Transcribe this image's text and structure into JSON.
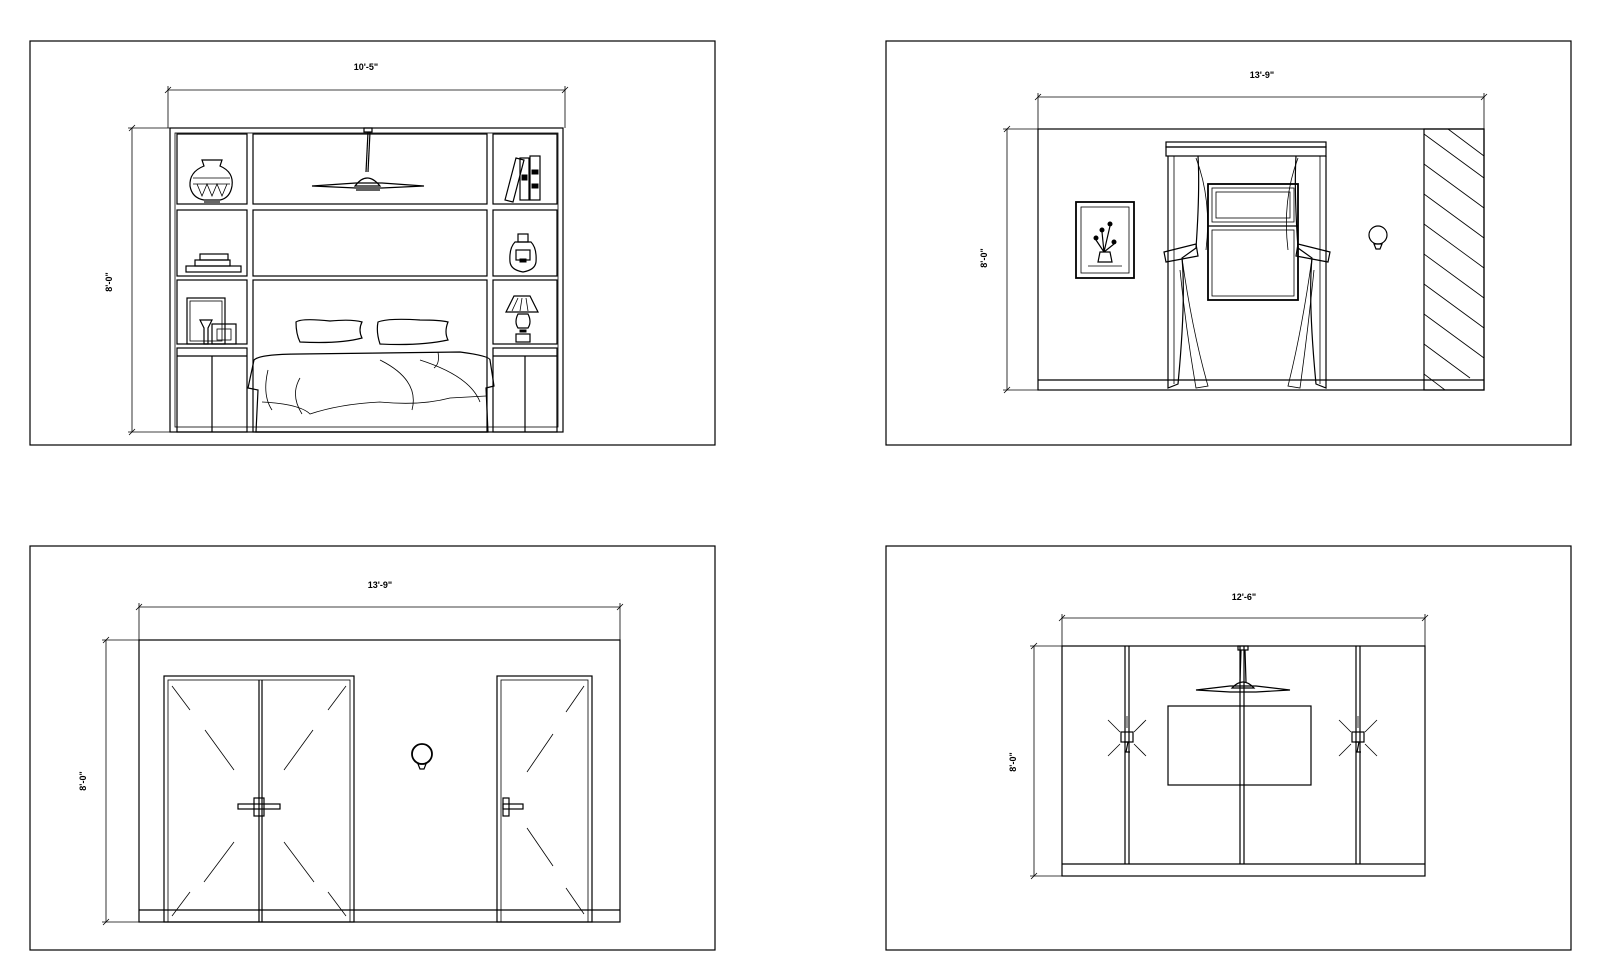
{
  "elevations": [
    {
      "width_label": "10'-5\"",
      "height_label": "8'-0\""
    },
    {
      "width_label": "13'-9\"",
      "height_label": "8'-0\""
    },
    {
      "width_label": "13'-9\"",
      "height_label": "8'-0\""
    },
    {
      "width_label": "12'-6\"",
      "height_label": "8'-0\""
    }
  ]
}
